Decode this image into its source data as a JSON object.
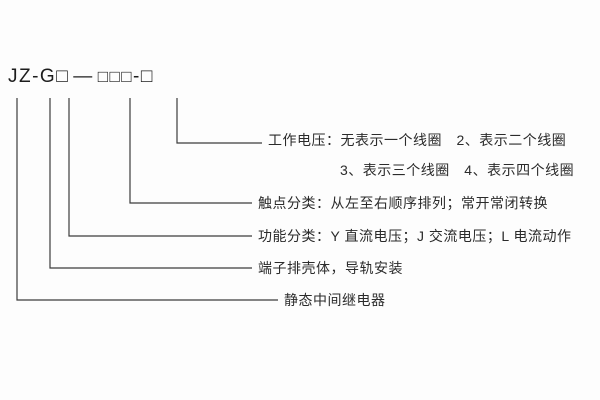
{
  "model_code": {
    "prefix": "JZ-G",
    "box1": "□",
    "separator": "—",
    "box_group": "□□□",
    "dash": "-",
    "box2": "□"
  },
  "annotations": {
    "working_voltage_line1": "工作电压：无表示一个线圈　2、表示二个线圈",
    "working_voltage_line2": "3、表示三个线圈　4、表示四个线圈",
    "contact": "触点分类：从左至右顺序排列；常开常闭转换",
    "function": "功能分类：Y 直流电压；J 交流电压；L 电流动作",
    "housing": "端子排壳体，导轨安装",
    "relay": "静态中间继电器"
  }
}
